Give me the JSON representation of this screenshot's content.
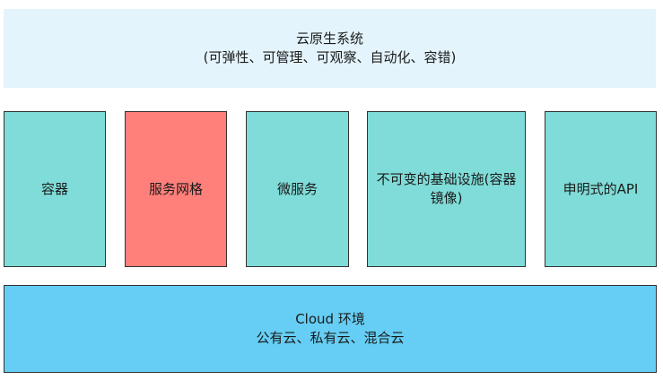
{
  "top": {
    "line1": "云原生系统",
    "line2": "(可弹性、可管理、可观察、自动化、容错)"
  },
  "middle": [
    {
      "label": "容器"
    },
    {
      "label": "服务网格"
    },
    {
      "label": "微服务"
    },
    {
      "label": "不可变的基础设施(容器镜像)"
    },
    {
      "label": "申明式的API"
    }
  ],
  "bottom": {
    "line1": "Cloud 环境",
    "line2": "公有云、私有云、混合云"
  },
  "colors": {
    "top": "#e4f4fc",
    "teal": "#7fdcd8",
    "highlight": "#ff7f7b",
    "bottom": "#66cef4"
  }
}
